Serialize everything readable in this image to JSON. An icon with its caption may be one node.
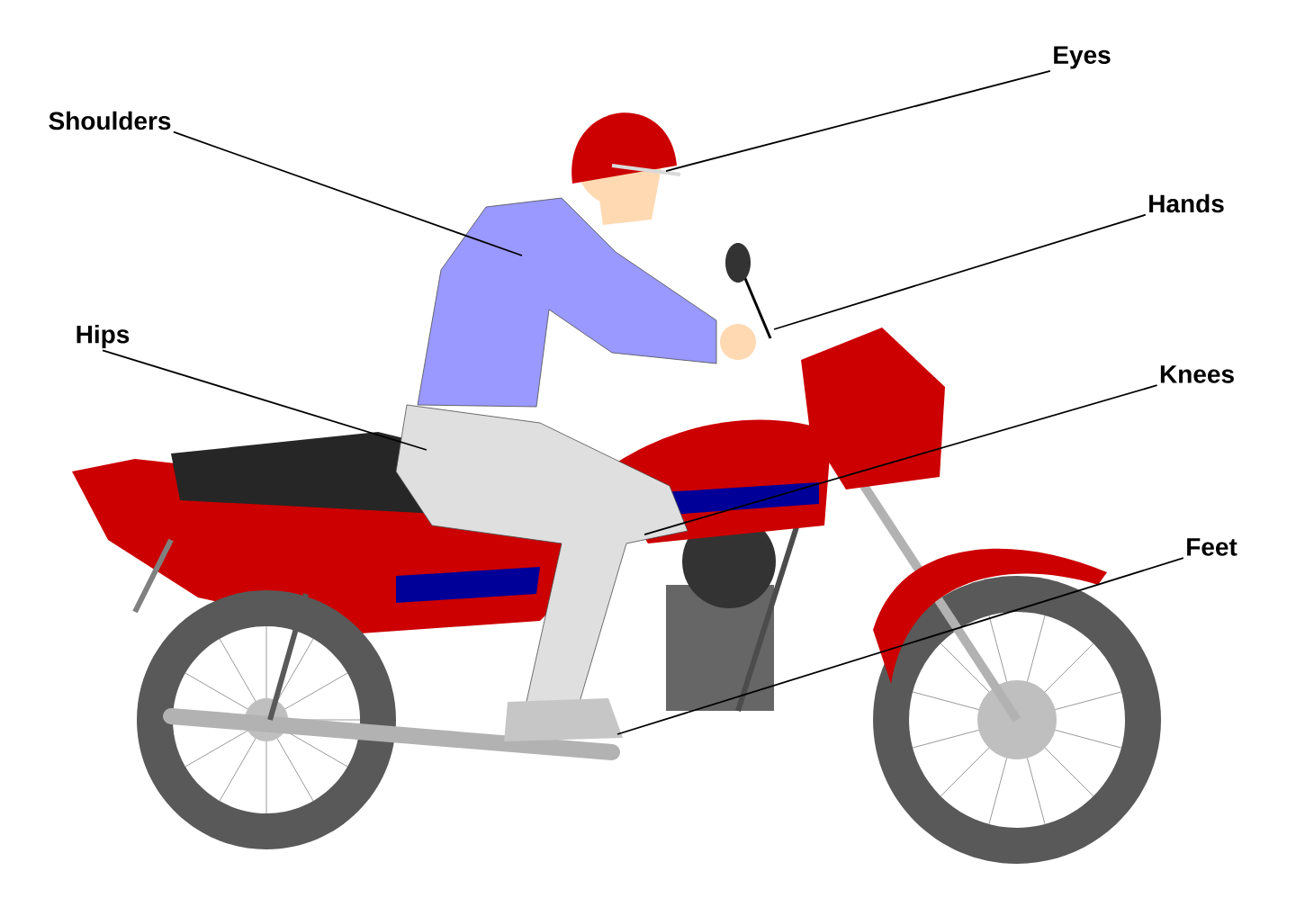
{
  "diagram": {
    "nodes": [
      {
        "text": [
          "Eyes"
        ]
      },
      {
        "text": [
          "Shoulders"
        ]
      },
      {
        "text": [
          "Hands"
        ]
      },
      {
        "text": [
          "Hips"
        ]
      },
      {
        "text": [
          "Knees"
        ]
      },
      {
        "text": [
          "Feet"
        ]
      }
    ],
    "edges": [
      {
        "from": 0,
        "to": null,
        "arrow": "none"
      },
      {
        "from": 1,
        "to": null,
        "arrow": "none"
      },
      {
        "from": 2,
        "to": null,
        "arrow": "none"
      },
      {
        "from": 3,
        "to": null,
        "arrow": "none"
      },
      {
        "from": 4,
        "to": null,
        "arrow": "none"
      },
      {
        "from": 5,
        "to": null,
        "arrow": "none"
      }
    ]
  }
}
